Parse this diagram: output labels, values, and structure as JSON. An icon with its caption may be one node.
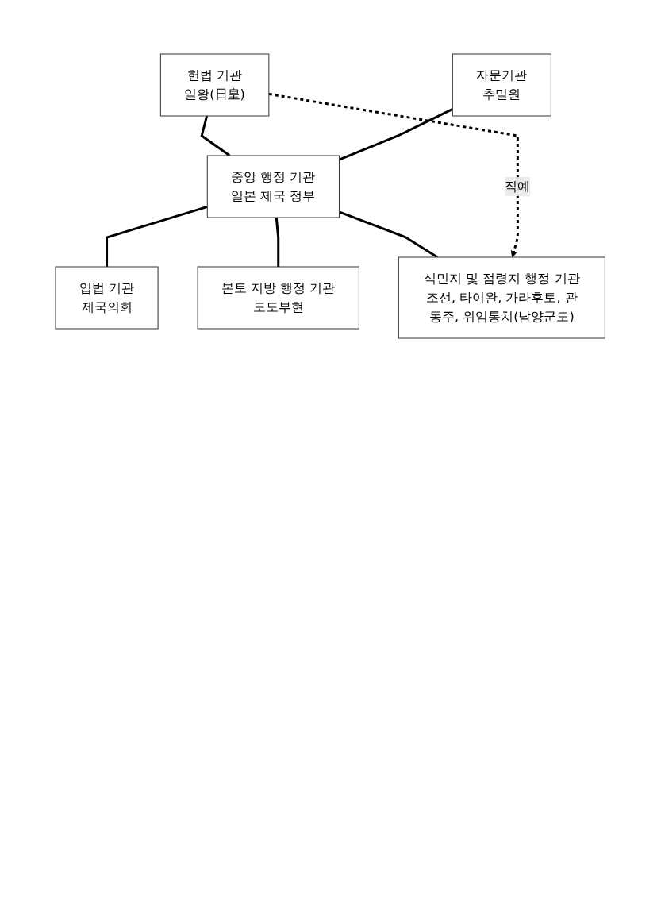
{
  "diagram": {
    "nodes": [
      {
        "text": [
          "헌법 기관",
          "일왕(日皇)"
        ]
      },
      {
        "text": [
          "자문기관",
          "추밀원"
        ]
      },
      {
        "text": [
          "중앙 행정 기관",
          "일본 제국 정부"
        ]
      },
      {
        "text": [
          "입법 기관",
          "제국의회"
        ]
      },
      {
        "text": [
          "본토 지방 행정 기관",
          "도도부현"
        ]
      },
      {
        "text": [
          "식민지 및 점령지 행정 기관",
          "조선, 타이완, 가라후토, 관동주, 위임통치(남양군도)"
        ]
      }
    ],
    "edges": [
      {
        "from": 0,
        "to": 2,
        "arrow": "none"
      },
      {
        "from": 1,
        "to": 2,
        "arrow": "none"
      },
      {
        "from": 2,
        "to": 3,
        "arrow": "none"
      },
      {
        "from": 2,
        "to": 4,
        "arrow": "none"
      },
      {
        "from": 2,
        "to": 5,
        "arrow": "none"
      },
      {
        "from": 0,
        "to": 5,
        "arrow": "to",
        "style": "dashed",
        "label": "직예"
      }
    ]
  }
}
